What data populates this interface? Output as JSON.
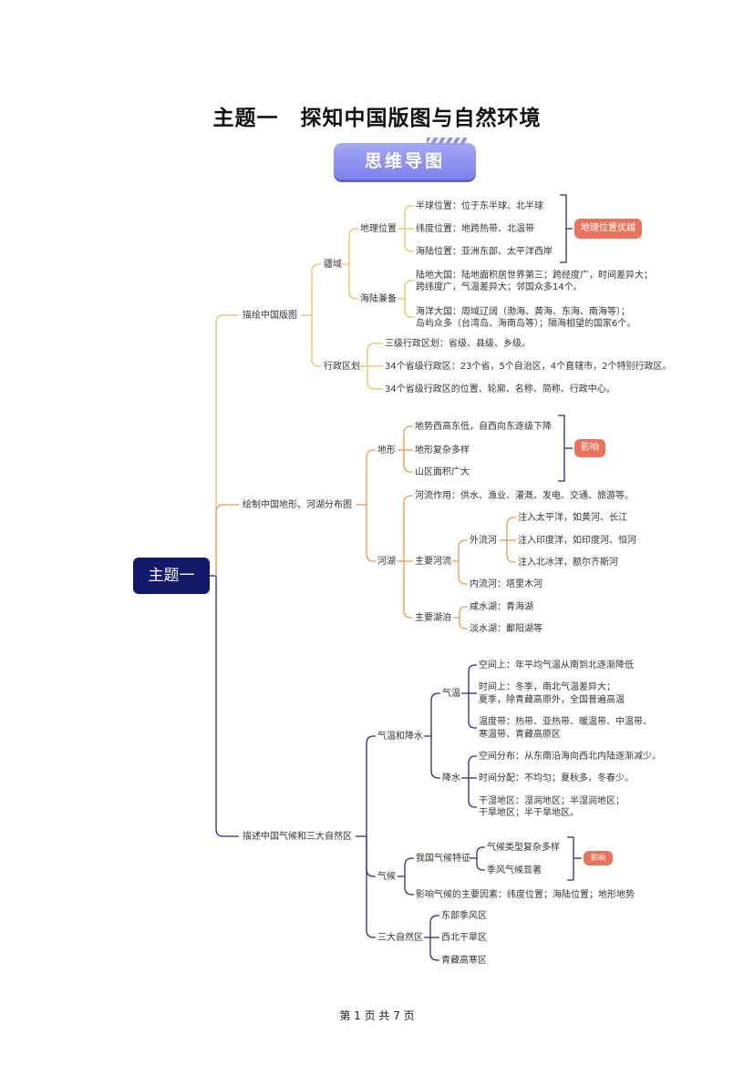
{
  "title": "主题一　探知中国版图与自然环境",
  "badge": "思维导图",
  "root": "主题一",
  "footer": "第 1 页 共 7 页",
  "colors": {
    "branch1": "#f0c05a",
    "branch2": "#ec9a56",
    "branch3": "#2b2f78",
    "root": "#12186a",
    "tag": "#e8745e"
  },
  "b1": {
    "label": "描绘中国版图",
    "jiangyu": "疆域",
    "dili": "地理位置",
    "dili_items": [
      "半球位置：位于东半球、北半球",
      "纬度位置：地跨热带、北温带",
      "海陆位置：亚洲东部、太平洋西岸"
    ],
    "dili_tag": "地理位置优越",
    "hailu": "海陆兼备",
    "ludi": [
      "陆地大国：陆地面积居世界第三；跨经度广，时间差异大；",
      "跨纬度广，气温差异大；邻国众多14个。"
    ],
    "haiyang": [
      "海洋大国：周域辽阔（渤海、黄海、东海、南海等）；",
      "岛屿众多（台湾岛、海南岛等）；隔海相望的国家6个。"
    ],
    "xingzheng": "行政区划",
    "xz_items": [
      "三级行政区划：省级、县级、乡级。",
      "34个省级行政区：23个省，5个自治区，4个直辖市，2个特别行政区。",
      "34个省级行政区的位置、轮廓、名称、简称、行政中心。"
    ]
  },
  "b2": {
    "label": "绘制中国地形、河湖分布图",
    "dixing": "地形",
    "dx_items": [
      "地势西高东低，自西向东逐级下降",
      "地形复杂多样",
      "山区面积广大"
    ],
    "dx_tag": "影响",
    "hehu": "河湖",
    "hl_use": "河流作用：供水、渔业、灌溉、发电、交通、旅游等。",
    "main_river": "主要河流",
    "wailiu": "外流河",
    "wl_items": [
      "注入太平洋，如黄河、长江",
      "注入印度洋，如印度河、恒河",
      "注入北冰洋，额尔齐斯河"
    ],
    "neiliu": "内流河：塔里木河",
    "main_lake": "主要湖泊",
    "lake_items": [
      "咸水湖：青海湖",
      "淡水湖：鄱阳湖等"
    ]
  },
  "b3": {
    "label": "描述中国气候和三大自然区",
    "qwjs": "气温和降水",
    "qiwen": "气温",
    "qw_items": [
      "空间上：年平均气温从南到北逐渐降低",
      "时间上：冬季，南北气温差异大；",
      "夏季，除青藏高原外，全国普遍高温",
      "温度带：热带、亚热带、暖温带、中温带、",
      "寒温带、青藏高原区"
    ],
    "jiangshui": "降水",
    "js_items": [
      "空间分布：从东南沿海向西北内陆逐渐减少。",
      "时间分配：不均匀；夏秋多，冬春少。",
      "干湿地区：湿润地区；半湿润地区；",
      "干旱地区；半干旱地区。"
    ],
    "qihou": "气候",
    "tezheng": "我国气候特征",
    "tz_items": [
      "气候类型复杂多样",
      "季风气候显著"
    ],
    "tz_tag": "影响",
    "yinsu": "影响气候的主要因素：纬度位置；海陆位置；地形地势",
    "sanda": "三大自然区",
    "sd_items": [
      "东部季风区",
      "西北干旱区",
      "青藏高寒区"
    ]
  }
}
